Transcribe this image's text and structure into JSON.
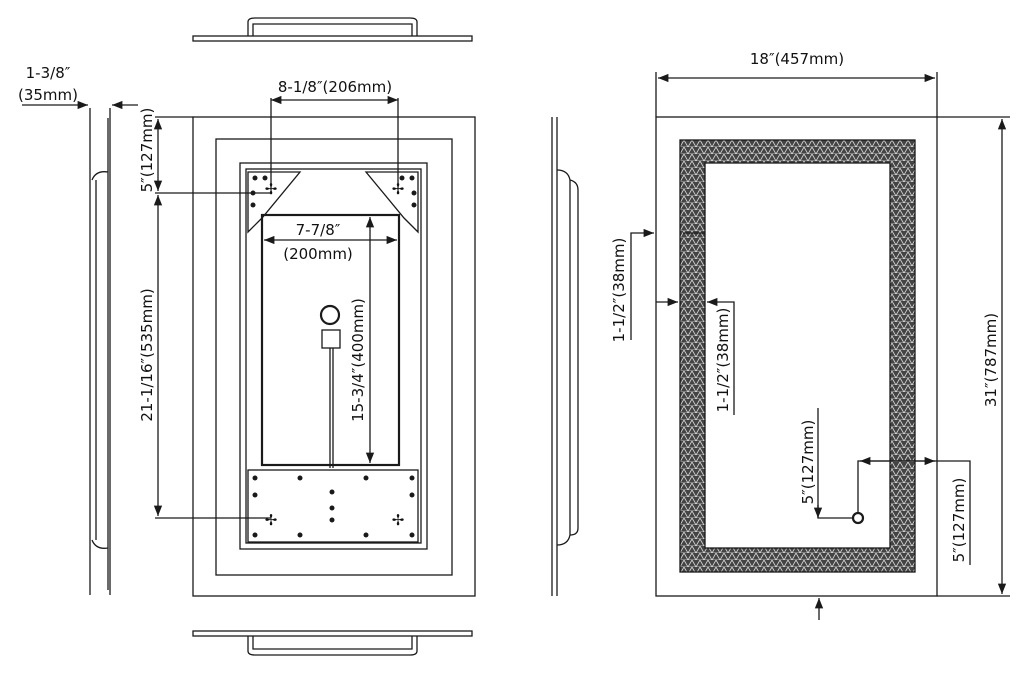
{
  "side_depth": {
    "inch": "1-3/8″",
    "mm": "(35mm)"
  },
  "back_view": {
    "bracket_spacing": "8-1/8″(206mm)",
    "top_to_bracket": "5″(127mm)",
    "bracket_vertical_spacing": "21-1/16″(535mm)",
    "recess_width_inch": "7-7/8″",
    "recess_width_mm": "(200mm)",
    "recess_height": "15-3/4″(400mm)"
  },
  "front_view": {
    "width": "18″(457mm)",
    "height": "31″(787mm)",
    "light_band_offset": "1-1/2″(38mm)",
    "light_band_width": "1-1/2″(38mm)",
    "switch_from_side": "5″(127mm)",
    "switch_from_bottom": "5″(127mm)"
  },
  "colors": {
    "line": "#1a1a1a",
    "background": "#ffffff"
  }
}
